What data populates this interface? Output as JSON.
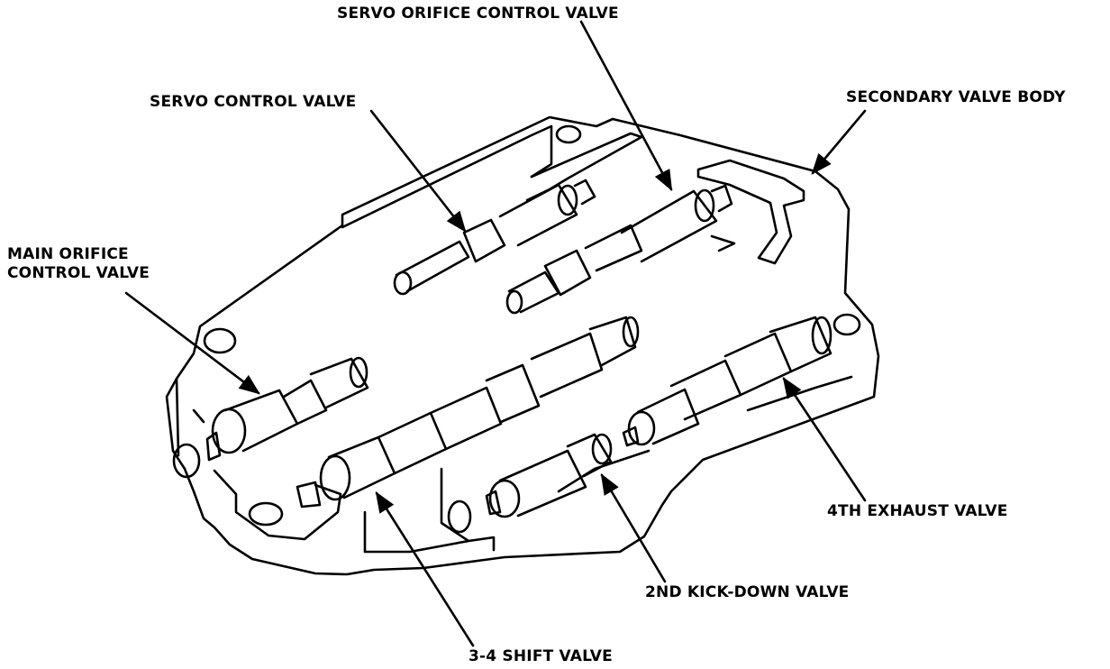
{
  "diagram": {
    "labels": {
      "servo_orifice_control_valve": "SERVO ORIFICE CONTROL VALVE",
      "servo_control_valve": "SERVO CONTROL VALVE",
      "secondary_valve_body": "SECONDARY VALVE BODY",
      "main_orifice_control_valve_line1": "MAIN ORIFICE",
      "main_orifice_control_valve_line2": "CONTROL VALVE",
      "fourth_exhaust_valve": "4TH EXHAUST VALVE",
      "second_kick_down_valve": "2ND KICK-DOWN VALVE",
      "three_four_shift_valve": "3-4 SHIFT VALVE"
    },
    "colors": {
      "ink": "#000000",
      "paper": "#ffffff"
    }
  }
}
